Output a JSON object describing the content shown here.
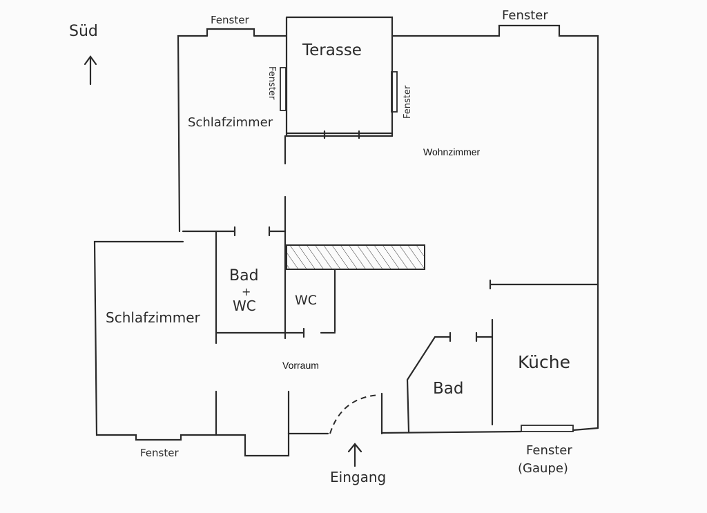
{
  "compass": {
    "label": "Süd",
    "icon": "arrow-up-icon"
  },
  "rooms": {
    "terrace": "Terasse",
    "bedroom_upper": "Schlafzimmer",
    "living_room": "Wohnzimmer",
    "bath_wc_line1": "Bad",
    "bath_wc_line2": "+",
    "bath_wc_line3": "WC",
    "wc": "WC",
    "bedroom_lower": "Schlafzimmer",
    "hallway": "Vorraum",
    "bath": "Bad",
    "kitchen": "Küche"
  },
  "windows": {
    "top_left": "Fenster",
    "top_right": "Fenster",
    "terrace_left": "Fenster",
    "terrace_right": "Fenster",
    "bottom_left": "Fenster",
    "kitchen_line1": "Fenster",
    "kitchen_line2": "(Gaupe)"
  },
  "entrance": {
    "label": "Eingang",
    "icon": "arrow-up-icon"
  }
}
